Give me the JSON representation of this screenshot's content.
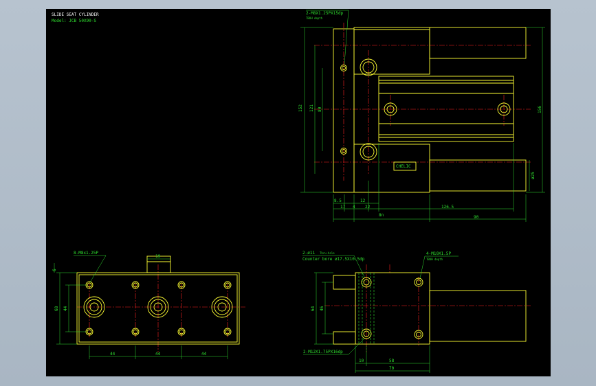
{
  "drawing": {
    "title": "SLIDE SEAT CYLINDER",
    "model": "Model: JCB 50X90-S"
  },
  "colors": {
    "outline": "#ffff33",
    "dimension": "#2fe02f",
    "center_line": "#ff2020",
    "text": "#ffffff",
    "background": "#000000"
  },
  "top_view": {
    "callout_1": "2-M8X1.25PX15dp",
    "callout_1_sub": "TBUH depth",
    "label_plate": "CHELIC",
    "dims": {
      "d152": "152",
      "d121": "121",
      "d80": "80",
      "d156": "156",
      "d25": "ø25",
      "d8_5": "8.5",
      "d12": "12",
      "d17": "17",
      "d4": "4",
      "d22": "22",
      "d126_5": "126.5",
      "d90": "90",
      "dm": "8n"
    }
  },
  "front_view": {
    "callout": "8-M8x1.25P",
    "dims": {
      "d19": "19",
      "d6": "6",
      "d68": "68",
      "d44v": "44",
      "d44a": "44",
      "d44b": "44",
      "d44c": "44"
    }
  },
  "side_view": {
    "callout_1": "2-ø11",
    "callout_1_sub": "Thru-hole",
    "callout_2": "Counter bore ø17.5X10.5dp",
    "callout_3": "4-M10X1.5P",
    "callout_3_sub": "TBUH depth",
    "callout_4": "2-M12X1.75PX16dp",
    "dims": {
      "d64": "64",
      "d46": "46",
      "d10": "10",
      "d58": "58",
      "d70": "70"
    }
  }
}
